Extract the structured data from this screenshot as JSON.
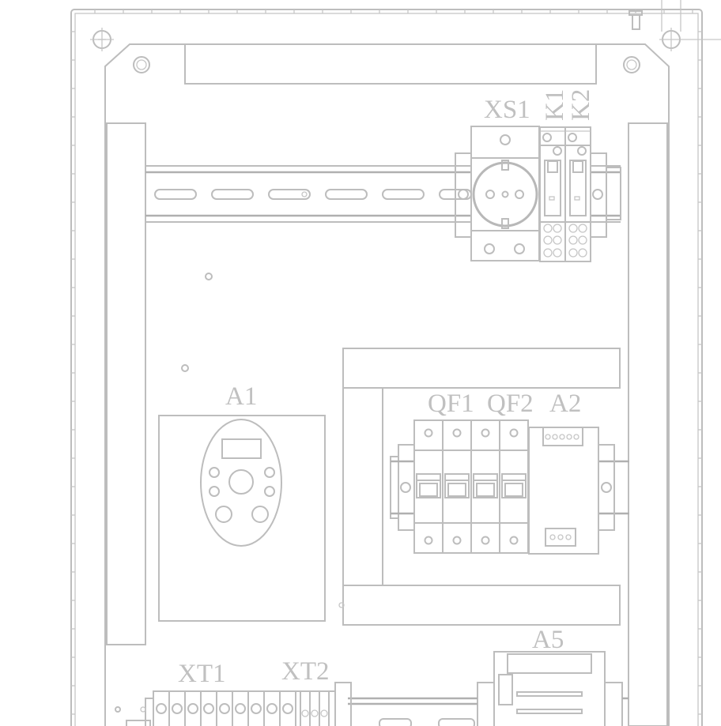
{
  "drawing": {
    "title": "Electrical cabinet general arrangement",
    "line_color": "#bdbdbd",
    "label_color": "#c0c0c0",
    "background": "#ffffff"
  },
  "labels": {
    "xs1": "XS1",
    "k1": "K1",
    "k2": "K2",
    "a1": "A1",
    "qf1": "QF1",
    "qf2": "QF2",
    "a2": "A2",
    "a5": "A5",
    "xt1": "XT1",
    "xt2": "XT2"
  },
  "components": [
    {
      "id": "XS1",
      "type": "socket-outlet"
    },
    {
      "id": "K1",
      "type": "relay"
    },
    {
      "id": "K2",
      "type": "relay"
    },
    {
      "id": "A1",
      "type": "frequency-converter"
    },
    {
      "id": "QF1",
      "type": "circuit-breaker"
    },
    {
      "id": "QF2",
      "type": "circuit-breaker"
    },
    {
      "id": "A2",
      "type": "module"
    },
    {
      "id": "A5",
      "type": "power-supply"
    },
    {
      "id": "XT1",
      "type": "terminal-block"
    },
    {
      "id": "XT2",
      "type": "terminal-block"
    }
  ]
}
